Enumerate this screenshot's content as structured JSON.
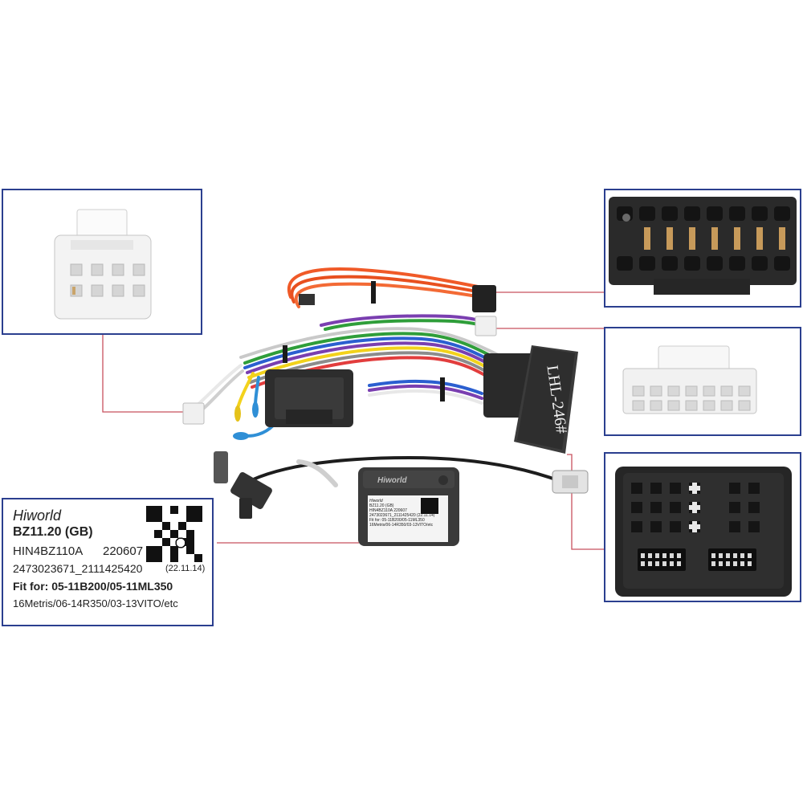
{
  "colors": {
    "frame_border": "#2b3f8f",
    "leader_line": "#c8525e",
    "connector_white": "#f2f2f2",
    "connector_black": "#2c2c2c"
  },
  "label_card": {
    "brand": "Hiworld",
    "model": "BZ11.20 (GB)",
    "part_number": "HIN4BZ110A",
    "date_code": "220607",
    "serial": "2473023671_2111425420",
    "version": "(22.11.14)",
    "fit_line_1": "Fit for: 05-11B200/05-11ML350",
    "fit_line_2": "16Metris/06-14R350/03-13VITO/etc"
  },
  "decoder_box": {
    "brand": "Hiworld",
    "model": "BZ11.20 (GB)",
    "part_number": "HIN4BZ110A",
    "date_code": "220607",
    "serial": "2473023671_2111425420",
    "version": "(22.11.14)",
    "fit_line_1": "Fit for: 05-11B200/05-11ML350",
    "fit_line_2": "16Metris/06-14R350/03-13VITO/etc"
  },
  "connector_tag": "LHL-246#"
}
